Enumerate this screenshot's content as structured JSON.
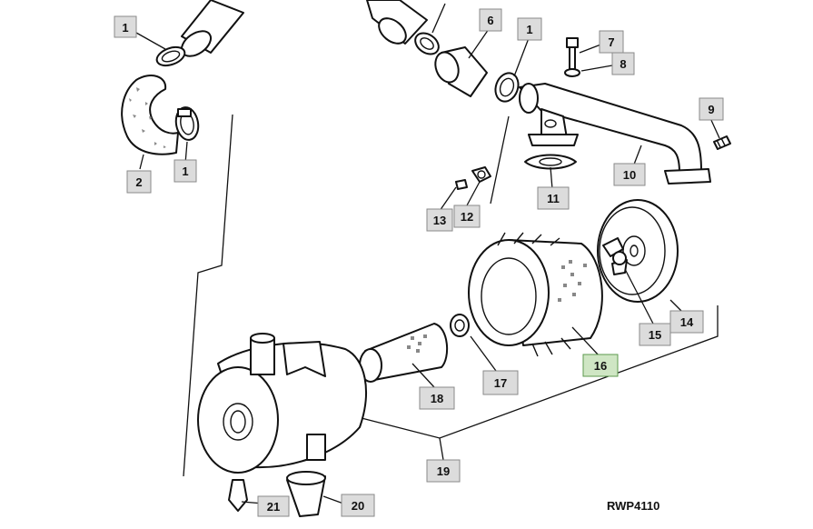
{
  "drawing_code": "RWP4110",
  "callouts": [
    {
      "id": "c1a",
      "label": "1"
    },
    {
      "id": "c1b",
      "label": "1"
    },
    {
      "id": "c1c",
      "label": "1"
    },
    {
      "id": "c2",
      "label": "2"
    },
    {
      "id": "c6",
      "label": "6"
    },
    {
      "id": "c7",
      "label": "7"
    },
    {
      "id": "c8",
      "label": "8"
    },
    {
      "id": "c9",
      "label": "9"
    },
    {
      "id": "c10",
      "label": "10"
    },
    {
      "id": "c11",
      "label": "11"
    },
    {
      "id": "c12",
      "label": "12"
    },
    {
      "id": "c13",
      "label": "13"
    },
    {
      "id": "c14",
      "label": "14"
    },
    {
      "id": "c15",
      "label": "15"
    },
    {
      "id": "c16",
      "label": "16",
      "highlighted": true
    },
    {
      "id": "c17",
      "label": "17"
    },
    {
      "id": "c18",
      "label": "18"
    },
    {
      "id": "c19",
      "label": "19"
    },
    {
      "id": "c20",
      "label": "20"
    },
    {
      "id": "c21",
      "label": "21"
    }
  ],
  "colors": {
    "callout_fill": "#dcdcdc",
    "callout_highlight_fill": "#cfe6c4",
    "line": "#111111"
  }
}
